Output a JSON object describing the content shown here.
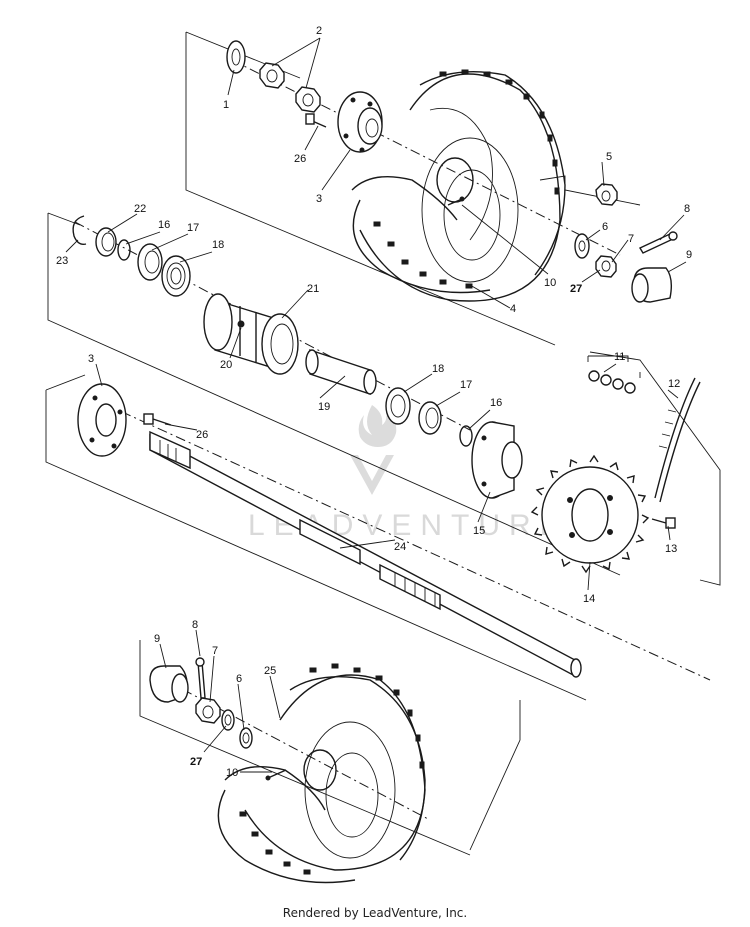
{
  "watermark": "LEADVENTURE",
  "footer": "Rendered by LeadVenture, Inc.",
  "callouts": [
    {
      "id": "c1",
      "text": "1"
    },
    {
      "id": "c2",
      "text": "2"
    },
    {
      "id": "c26a",
      "text": "26"
    },
    {
      "id": "c3a",
      "text": "3"
    },
    {
      "id": "c5",
      "text": "5"
    },
    {
      "id": "c6a",
      "text": "6"
    },
    {
      "id": "c7a",
      "text": "7"
    },
    {
      "id": "c8a",
      "text": "8"
    },
    {
      "id": "c9a",
      "text": "9"
    },
    {
      "id": "c27a",
      "text": "27"
    },
    {
      "id": "c10a",
      "text": "10"
    },
    {
      "id": "c4",
      "text": "4"
    },
    {
      "id": "c22",
      "text": "22"
    },
    {
      "id": "c16a",
      "text": "16"
    },
    {
      "id": "c17a",
      "text": "17"
    },
    {
      "id": "c18a",
      "text": "18"
    },
    {
      "id": "c23",
      "text": "23"
    },
    {
      "id": "c21",
      "text": "21"
    },
    {
      "id": "c20",
      "text": "20"
    },
    {
      "id": "c19",
      "text": "19"
    },
    {
      "id": "c18b",
      "text": "18"
    },
    {
      "id": "c17b",
      "text": "17"
    },
    {
      "id": "c16b",
      "text": "16"
    },
    {
      "id": "c11",
      "text": "11"
    },
    {
      "id": "c12",
      "text": "12"
    },
    {
      "id": "c3b",
      "text": "3"
    },
    {
      "id": "c26b",
      "text": "26"
    },
    {
      "id": "c15",
      "text": "15"
    },
    {
      "id": "c13",
      "text": "13"
    },
    {
      "id": "c14",
      "text": "14"
    },
    {
      "id": "c24",
      "text": "24"
    },
    {
      "id": "c9b",
      "text": "9"
    },
    {
      "id": "c8b",
      "text": "8"
    },
    {
      "id": "c7b",
      "text": "7"
    },
    {
      "id": "c6b",
      "text": "6"
    },
    {
      "id": "c25",
      "text": "25"
    },
    {
      "id": "c27b",
      "text": "27"
    },
    {
      "id": "c10b",
      "text": "10"
    }
  ]
}
